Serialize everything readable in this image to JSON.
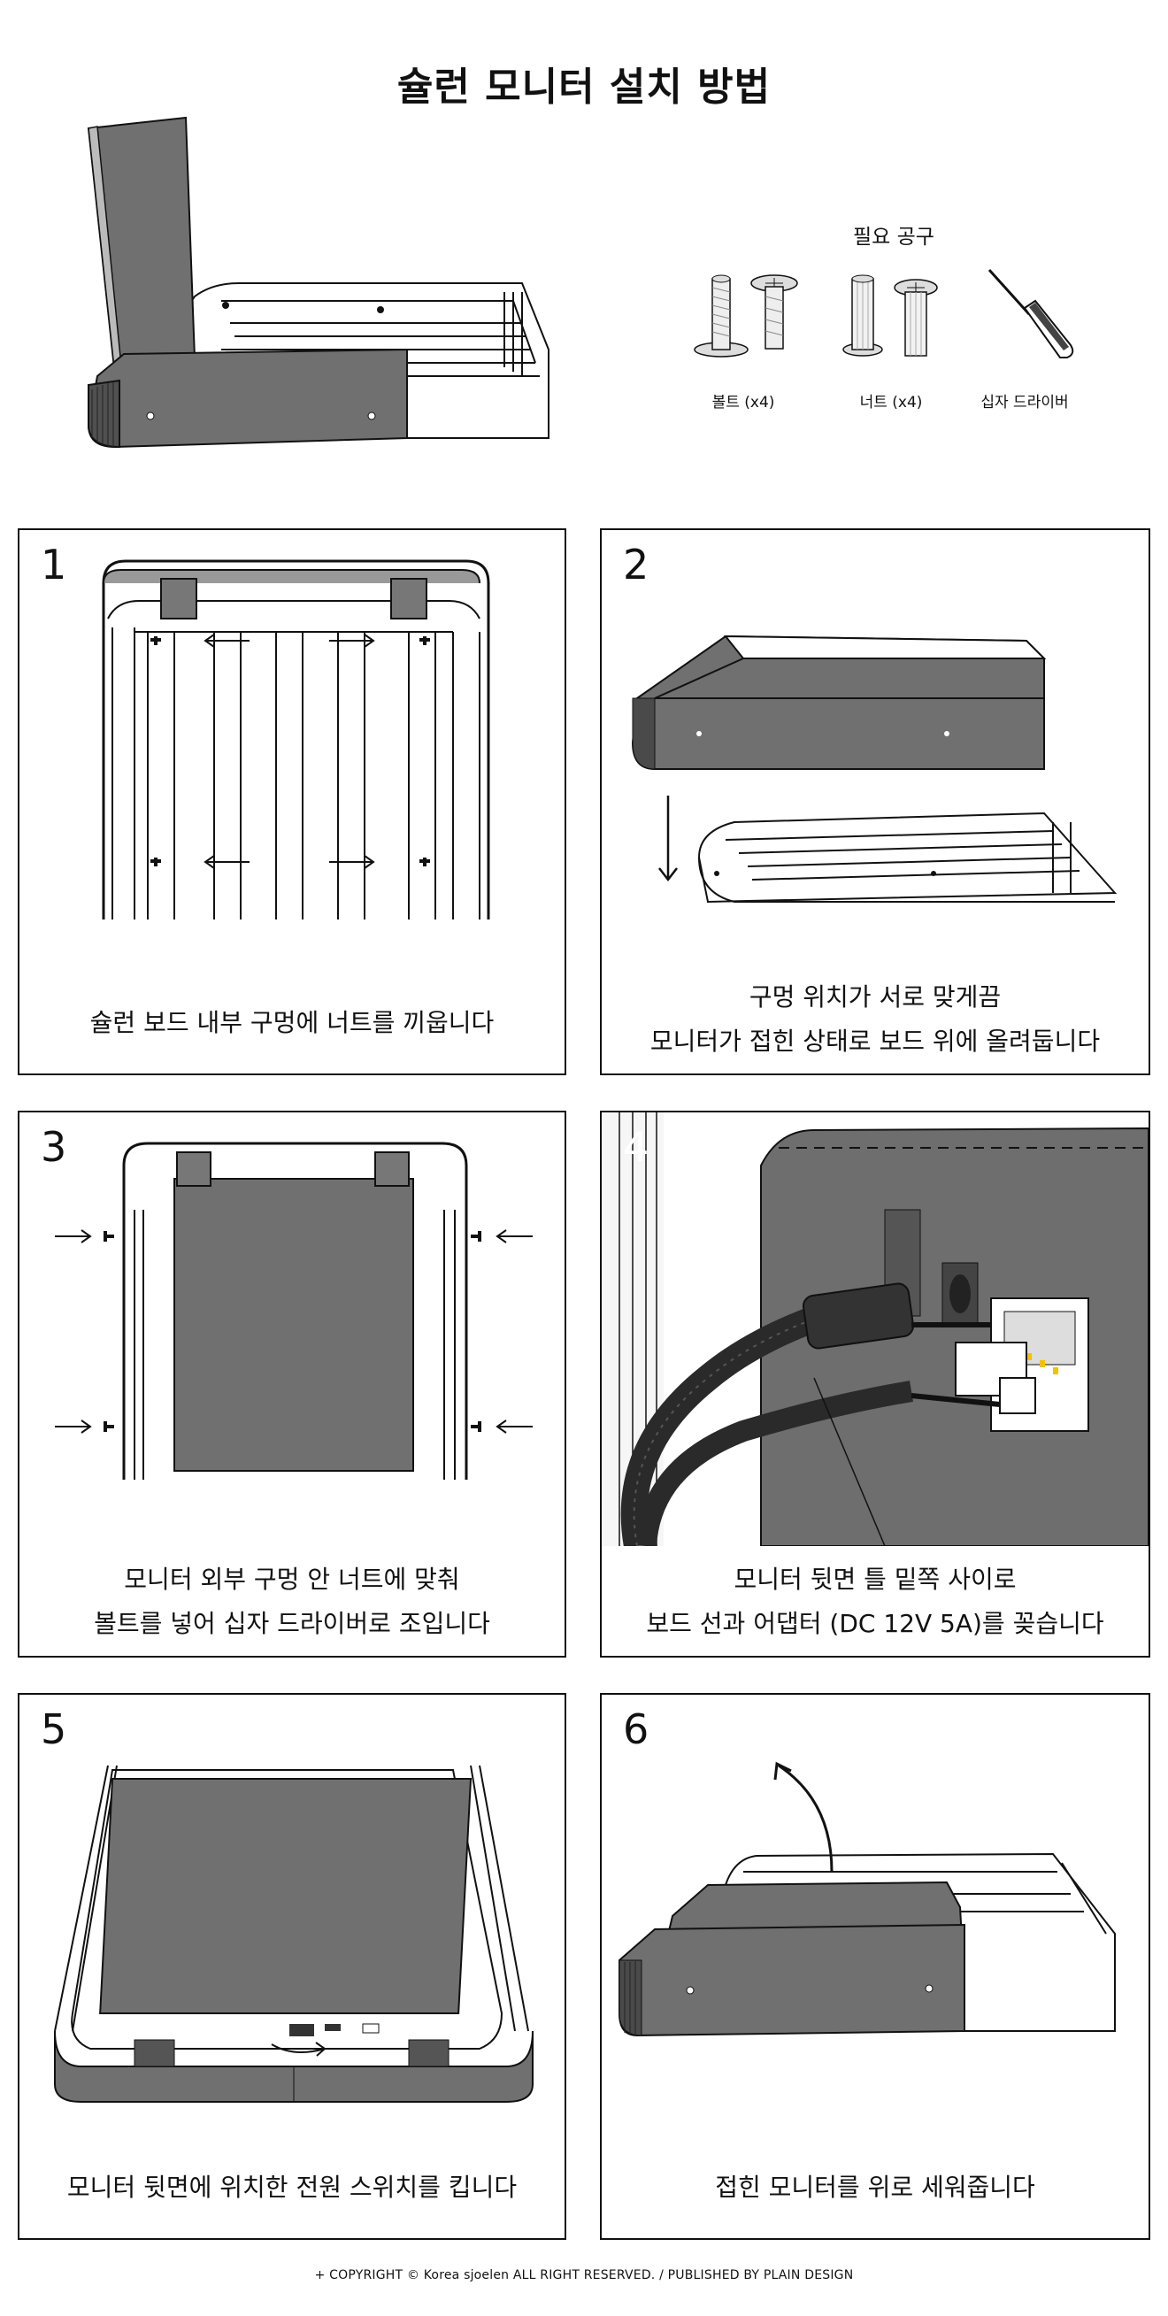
{
  "title": "슐런 모니터 설치 방법",
  "tools": {
    "heading": "필요 공구",
    "items": [
      {
        "label": "볼트 (x4)",
        "icon": "bolt-icon"
      },
      {
        "label": "너트 (x4)",
        "icon": "nut-icon"
      },
      {
        "label": "십자 드라이버",
        "icon": "screwdriver-icon"
      }
    ]
  },
  "steps": [
    {
      "number": "1",
      "lines": [
        "슐런 보드 내부 구멍에 너트를 끼웁니다"
      ]
    },
    {
      "number": "2",
      "lines": [
        "구멍 위치가 서로 맞게끔",
        "모니터가 접힌 상태로 보드 위에 올려둡니다"
      ]
    },
    {
      "number": "3",
      "lines": [
        "모니터 외부 구멍 안 너트에 맞춰",
        "볼트를 넣어 십자 드라이버로 조입니다"
      ]
    },
    {
      "number": "4",
      "lines": [
        "모니터 뒷면 틀 밑쪽 사이로",
        "보드 선과 어댑터 (DC 12V 5A)를 꽂습니다"
      ]
    },
    {
      "number": "5",
      "lines": [
        "모니터 뒷면에 위치한 전원 스위치를 킵니다"
      ]
    },
    {
      "number": "6",
      "lines": [
        "접힌 모니터를 위로 세워줍니다"
      ]
    }
  ],
  "footer": "+ COPYRIGHT © Korea sjoelen ALL RIGHT RESERVED. / PUBLISHED BY PLAIN DESIGN",
  "colors": {
    "ink": "#111111",
    "monitor_gray": "#6b6b6b",
    "cable": "#2a2a2a",
    "accent_yellow": "#f2c200"
  }
}
